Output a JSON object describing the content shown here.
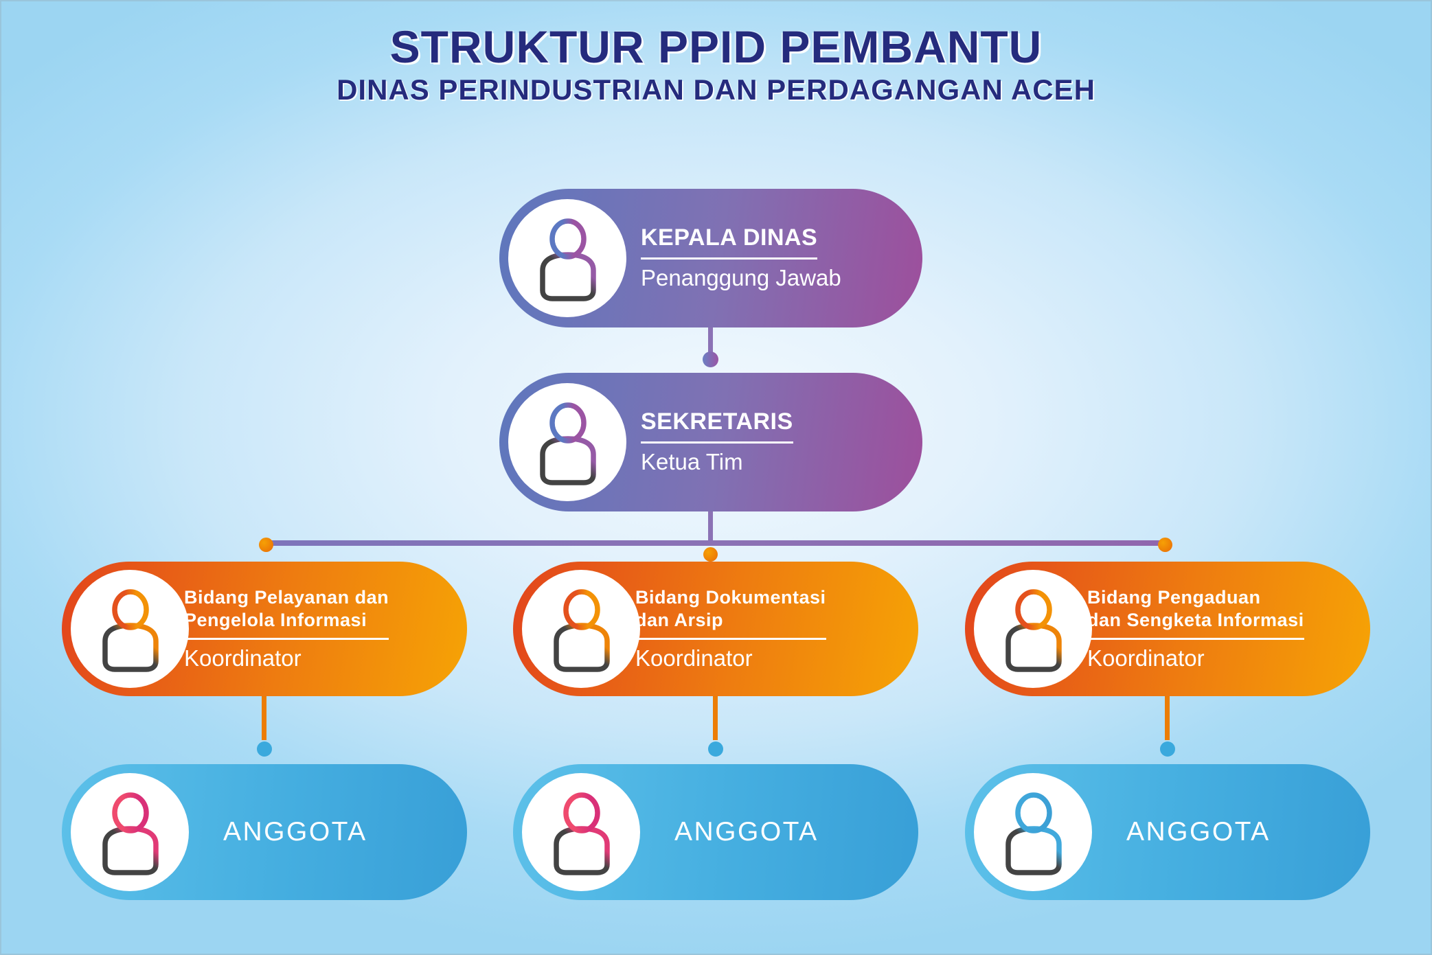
{
  "header": {
    "title": "STRUKTUR PPID PEMBANTU",
    "subtitle": "DINAS PERINDUSTRIAN DAN PERDAGANGAN ACEH"
  },
  "nodes": {
    "kepala_dinas": {
      "title": "KEPALA DINAS",
      "role": "Penanggung Jawab"
    },
    "sekretaris": {
      "title": "SEKRETARIS",
      "role": "Ketua Tim"
    },
    "bidang": [
      {
        "line1": "Bidang Pelayanan dan",
        "line2": "Pengelola Informasi",
        "role": "Koordinator"
      },
      {
        "line1": "Bidang Dokumentasi",
        "line2": "dan Arsip",
        "role": "Koordinator"
      },
      {
        "line1": "Bidang Pengaduan",
        "line2": "dan Sengketa Informasi",
        "role": "Koordinator"
      }
    ],
    "anggota": [
      {
        "label": "ANGGOTA"
      },
      {
        "label": "ANGGOTA"
      },
      {
        "label": "ANGGOTA"
      }
    ]
  },
  "colors": {
    "background_corner": "#9cd5f2",
    "background_center": "#f2f9fe",
    "title_text": "#252b7d",
    "purple_pill_left": "#5e77bd",
    "purple_pill_right": "#9d4f9c",
    "orange_pill_left": "#e2451c",
    "orange_pill_right": "#f6a305",
    "blue_pill_left": "#5cc0e9",
    "blue_pill_right": "#389fd7",
    "connector_purple": "#8b72b5",
    "connector_orange": "#ec7d05",
    "dot_blue": "#3aa9dd",
    "icon_body_stroke": "#434343",
    "icon_head_pink": "#e63f73",
    "icon_head_blue": "#41a9dc",
    "text_on_pill": "#ffffff"
  }
}
